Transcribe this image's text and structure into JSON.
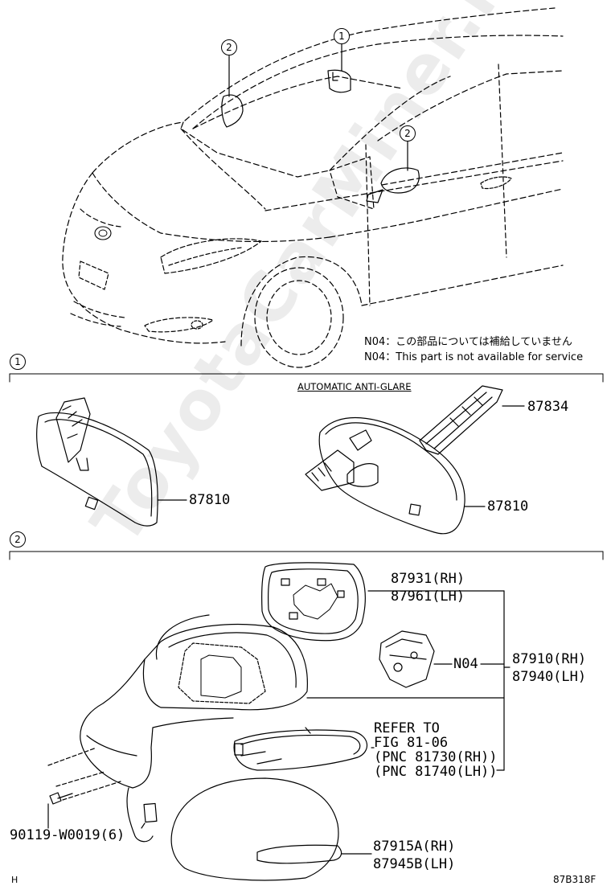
{
  "notes": {
    "n04_jp": "N04：この部品については補給していません",
    "n04_en": "N04：This part is not available for service"
  },
  "sections": {
    "s1": {
      "callout": "1"
    },
    "s2": {
      "callout": "2"
    }
  },
  "overview_callouts": {
    "a": "2",
    "b": "1",
    "c": "2"
  },
  "section1": {
    "caption": "AUTOMATIC ANTI-GLARE",
    "part_87834": "87834",
    "part_87810_left": "87810",
    "part_87810_right": "87810"
  },
  "section2": {
    "part_87931": "87931(RH)",
    "part_87961": "87961(LH)",
    "n04": "N04",
    "part_87910": "87910(RH)",
    "part_87940": "87940(LH)",
    "refer_1": "REFER TO",
    "refer_2": "FIG 81-06",
    "refer_3": "(PNC 81730(RH))",
    "refer_4": "(PNC 81740(LH))",
    "part_90119": "90119-W0019(6)",
    "part_87915": "87915A(RH)",
    "part_87945": "87945B(LH)"
  },
  "footer": {
    "left": "H",
    "right": "87B318F"
  },
  "watermark": "ToyotaCarMiner.ru"
}
